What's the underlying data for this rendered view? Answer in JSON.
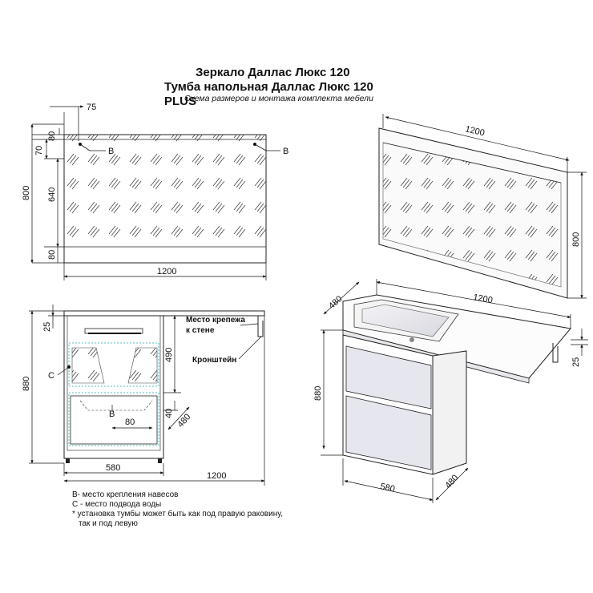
{
  "header": {
    "title_line1": "Зеркало Даллас Люкс 120",
    "title_line2": "Тумба напольная Даллас Люкс 120 PLUS",
    "subtitle": "Схема размеров и монтажа комплекта мебели"
  },
  "mirror_front": {
    "dim_75": "75",
    "dim_80_top": "80",
    "dim_70": "70",
    "dim_800": "800",
    "dim_640": "640",
    "dim_80_bottom": "80",
    "dim_1200": "1200",
    "mark_b_left": "B",
    "mark_b_right": "B"
  },
  "mirror_iso": {
    "dim_1200": "1200",
    "dim_800": "800"
  },
  "cabinet_front": {
    "dim_25": "25",
    "dim_490": "490",
    "dim_880": "880",
    "dim_40": "40",
    "dim_480": "480",
    "dim_80": "80",
    "dim_580": "580",
    "dim_1200": "1200",
    "mark_c": "C",
    "mark_b": "B",
    "label_mount_line1": "Место крепежа",
    "label_mount_line2": "к стене",
    "label_bracket": "Кронштейн"
  },
  "cabinet_iso": {
    "dim_480_top": "480",
    "dim_1200": "1200",
    "dim_880": "880",
    "dim_25": "25",
    "dim_580": "580",
    "dim_480_bottom": "480"
  },
  "notes": {
    "line1": "B- место крепления навесов",
    "line2": "C - место подвода воды",
    "line3": "* установка тумбы может быть как под правую раковину,",
    "line4": "так и под левую"
  }
}
